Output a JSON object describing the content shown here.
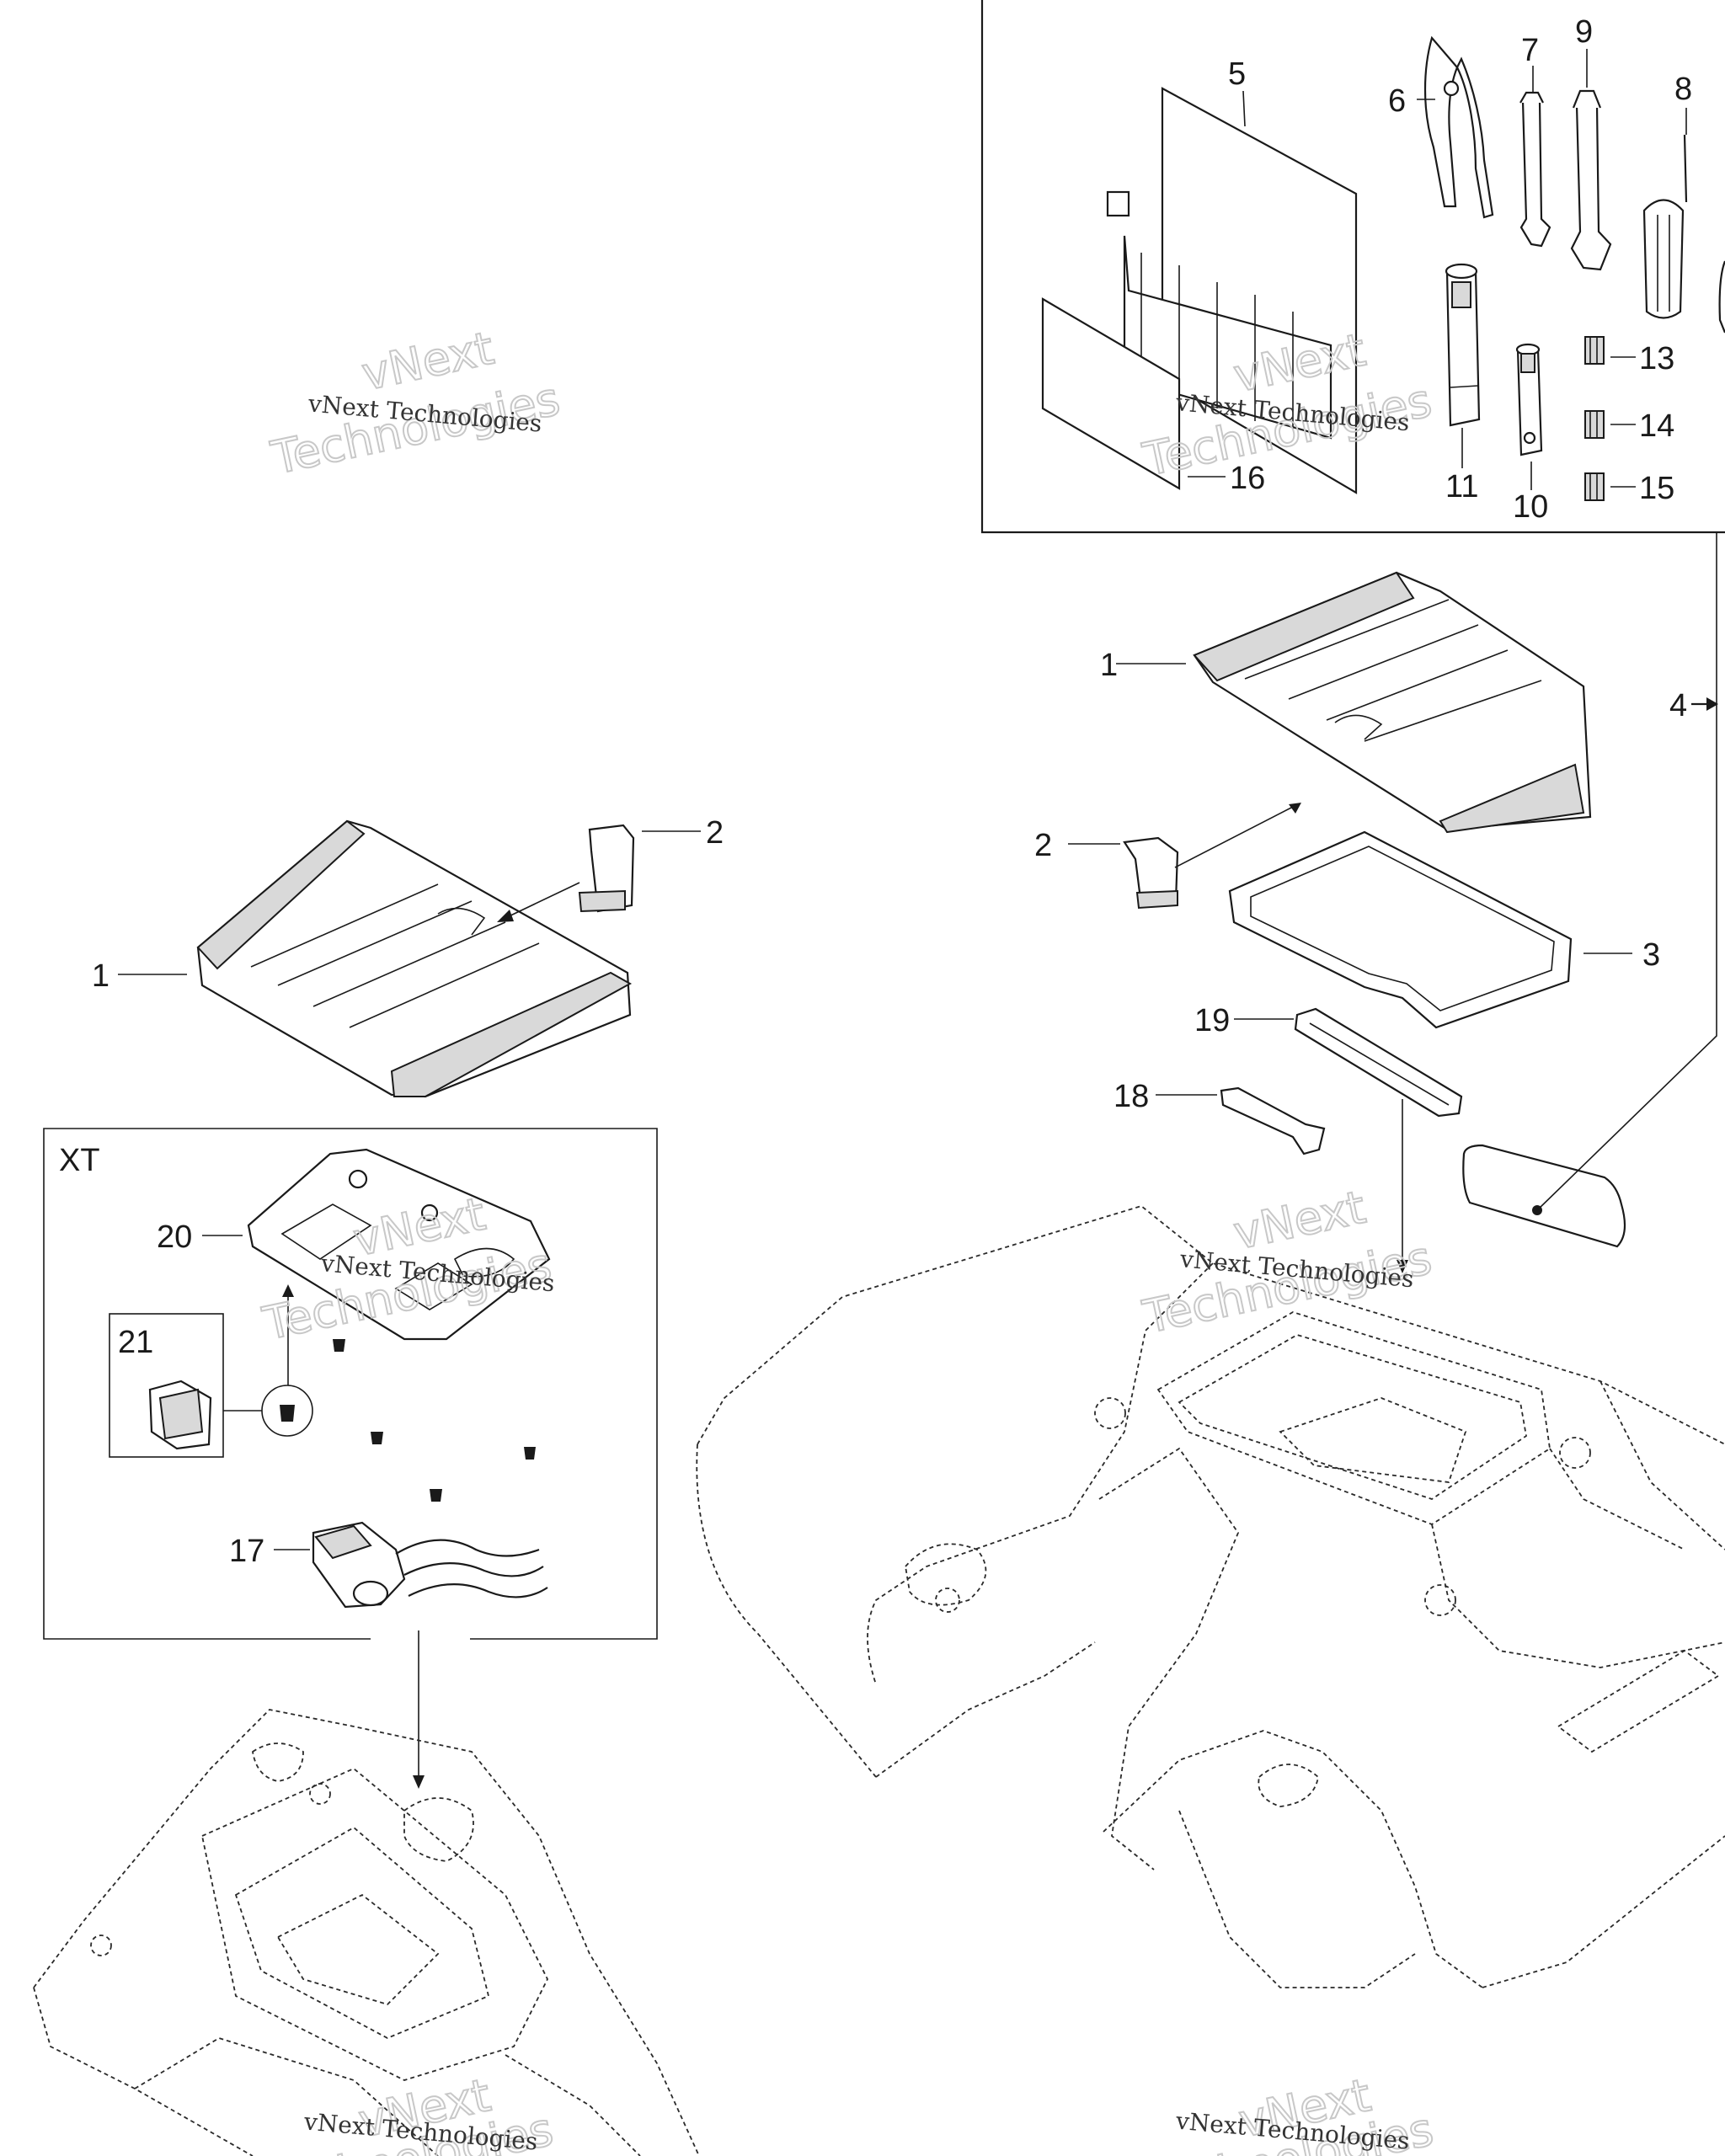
{
  "boxes": {
    "xt_label": "XT"
  },
  "callouts": {
    "c1": "1",
    "c2": "2",
    "c3": "3",
    "c4": "4",
    "c5": "5",
    "c6": "6",
    "c7": "7",
    "c8": "8",
    "c9": "9",
    "c10": "10",
    "c11": "11",
    "c13": "13",
    "c14": "14",
    "c15": "15",
    "c16": "16",
    "c17": "17",
    "c18": "18",
    "c19": "19",
    "c20": "20",
    "c21": "21"
  },
  "watermark": {
    "company": "vNext Technologies",
    "word1": "vNext",
    "word2": "Technologies"
  },
  "colors": {
    "ink": "#1a1a1a",
    "watermark_outline": "#c8c8c8",
    "background": "#ffffff"
  }
}
